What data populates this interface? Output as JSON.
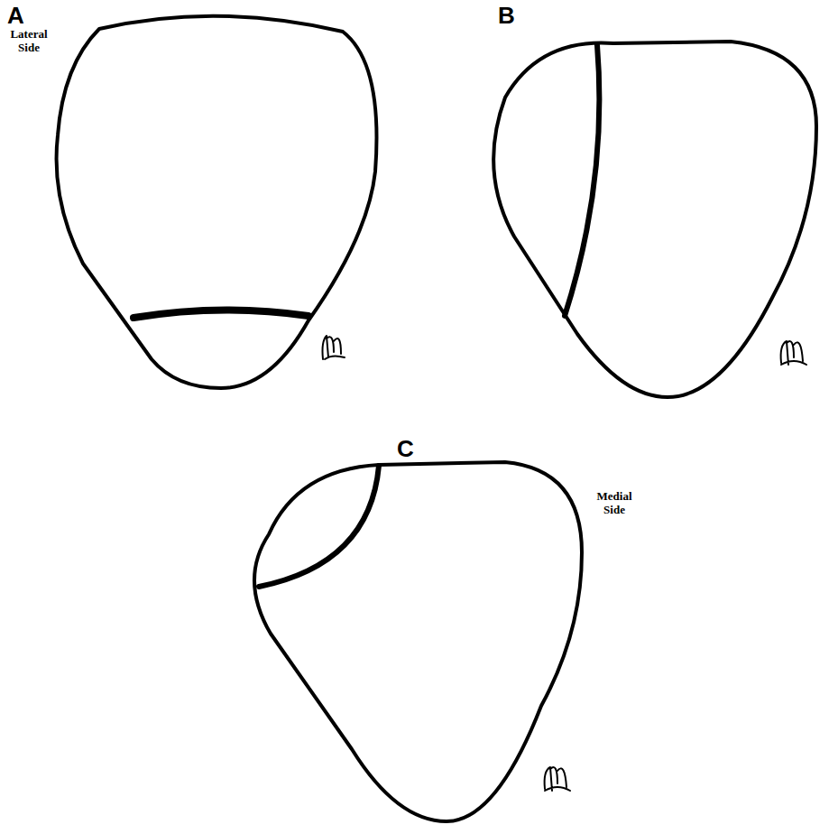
{
  "diagram": {
    "labels": [
      "A",
      "Lateral Side",
      "B",
      "C",
      "Medial Side"
    ]
  }
}
